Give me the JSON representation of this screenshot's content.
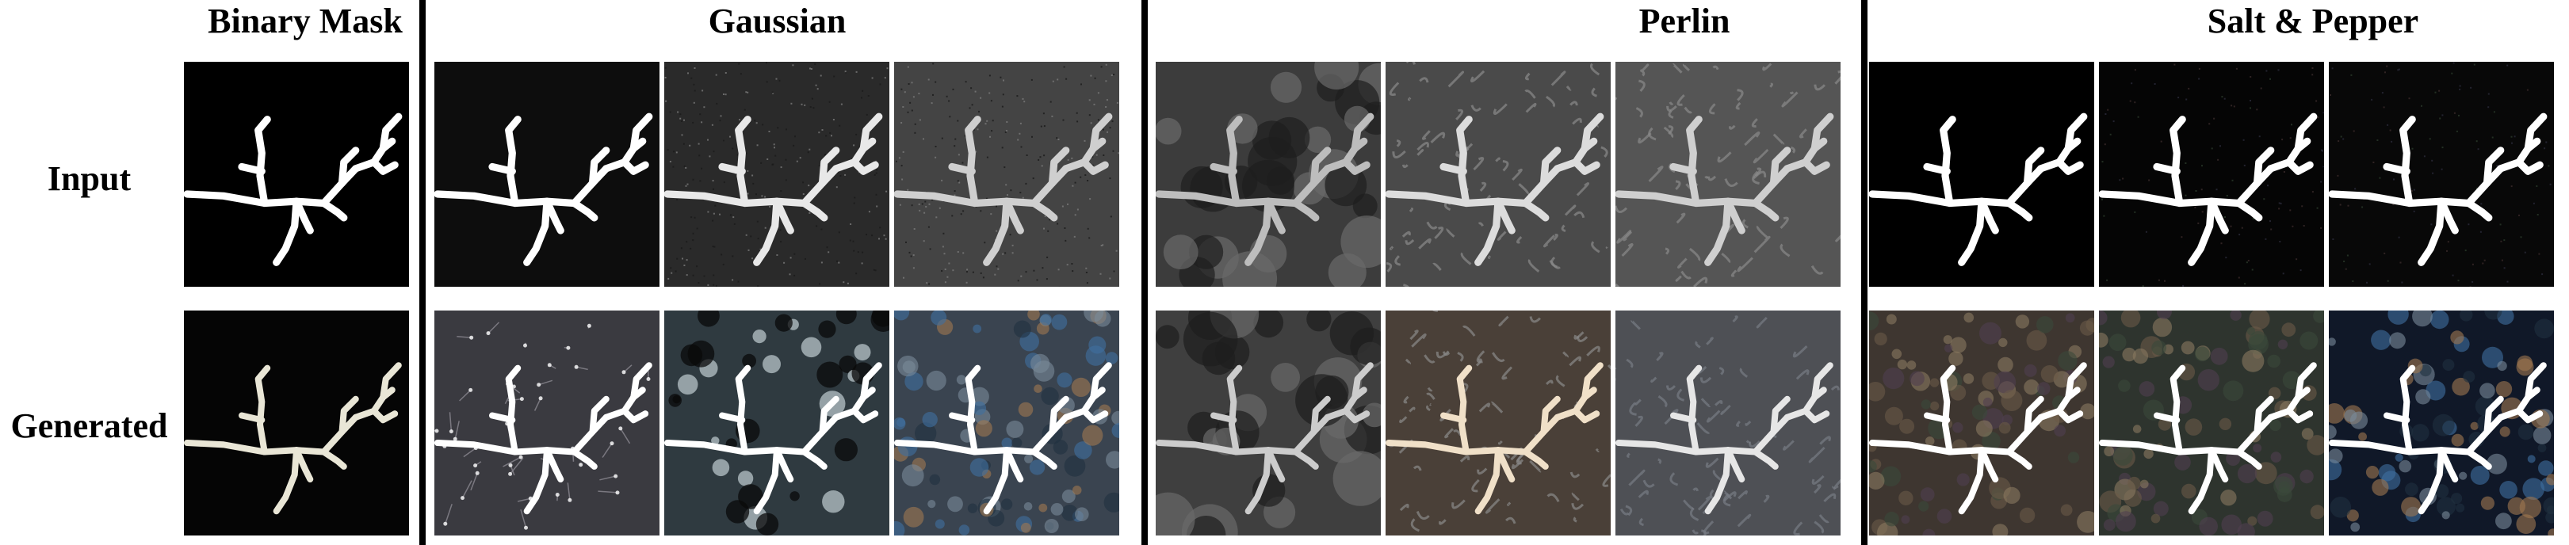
{
  "columns": [
    {
      "key": "binary",
      "title": "Binary Mask"
    },
    {
      "key": "gaussian",
      "title": "Gaussian"
    },
    {
      "key": "perlin",
      "title": "Perlin"
    },
    {
      "key": "saltpepper",
      "title": "Salt & Pepper"
    }
  ],
  "rows": [
    {
      "key": "input",
      "label": "Input"
    },
    {
      "key": "generated",
      "label": "Generated"
    }
  ],
  "tiles": {
    "input": [
      {
        "bg": "#000000",
        "texture": "none",
        "branch": "#ffffff"
      },
      {
        "bg": "#0d0d0d",
        "texture": "none",
        "branch": "#ffffff"
      },
      {
        "bg": "#2a2a2a",
        "texture": "grain",
        "branch": "#e8e8e8"
      },
      {
        "bg": "#444444",
        "texture": "grain",
        "branch": "#cfcfcf"
      },
      {
        "bg": "#3c3c3c",
        "texture": "blobs",
        "branch": "#bdbdbd"
      },
      {
        "bg": "#4a4a4a",
        "texture": "maze",
        "branch": "#dcdcdc"
      },
      {
        "bg": "#555555",
        "texture": "maze",
        "branch": "#cfcfcf"
      },
      {
        "bg": "#000000",
        "texture": "none",
        "branch": "#ffffff"
      },
      {
        "bg": "#050505",
        "texture": "specks",
        "branch": "#ffffff"
      },
      {
        "bg": "#080808",
        "texture": "specks",
        "branch": "#ffffff"
      }
    ],
    "generated": [
      {
        "bg": "#050505",
        "texture": "none",
        "branch": "#e9e6d6"
      },
      {
        "bg": "#3a3a40",
        "texture": "veins",
        "branch": "#ffffff"
      },
      {
        "bg": "#2f3a40",
        "texture": "spots",
        "branch": "#ffffff"
      },
      {
        "bg": "#3a4450",
        "texture": "cells",
        "branch": "#ffffff"
      },
      {
        "bg": "#3f3f3f",
        "texture": "blobs",
        "branch": "#cccccc"
      },
      {
        "bg": "#4a4038",
        "texture": "maze",
        "branch": "#f0e0c8"
      },
      {
        "bg": "#4e5055",
        "texture": "waves",
        "branch": "#e6e6e6"
      },
      {
        "bg": "#3e3630",
        "texture": "coral",
        "branch": "#ffffff"
      },
      {
        "bg": "#2e342e",
        "texture": "coral",
        "branch": "#ffffff"
      },
      {
        "bg": "#101828",
        "texture": "cells",
        "branch": "#ffffff"
      }
    ]
  }
}
